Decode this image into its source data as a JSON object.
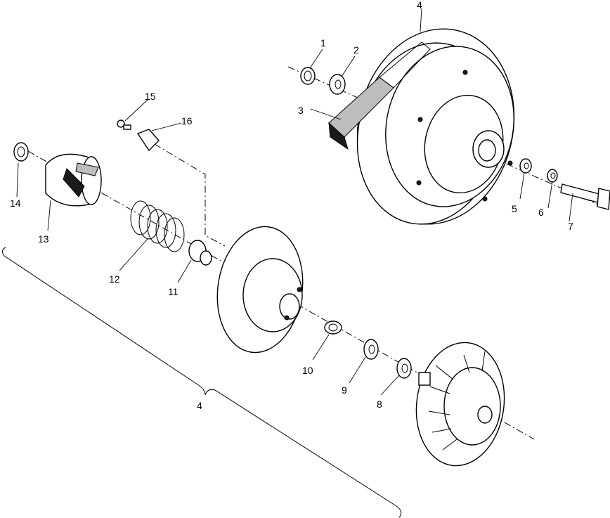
{
  "callouts": {
    "c1": "1",
    "c2": "2",
    "c3": "3",
    "c4_top": "4",
    "c5": "5",
    "c6": "6",
    "c7": "7",
    "c8": "8",
    "c9": "9",
    "c10": "10",
    "c11": "11",
    "c12": "12",
    "c13": "13",
    "c14": "14",
    "c15": "15",
    "c16": "16",
    "c4_bracket": "4"
  }
}
